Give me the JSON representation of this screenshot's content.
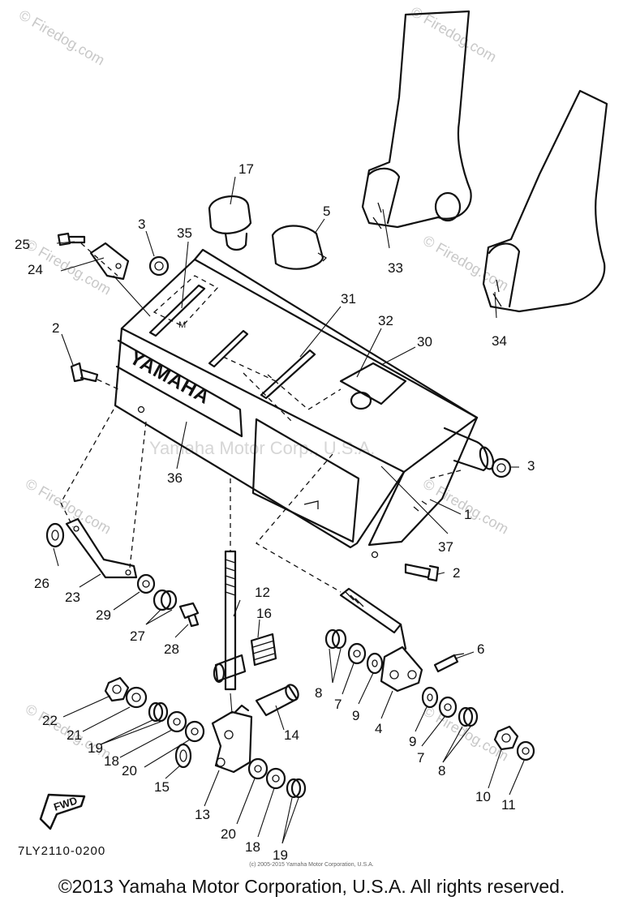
{
  "watermarks": {
    "firedog_1": "© Firedog.com",
    "firedog_2": "© Firedog.com",
    "firedog_3": "© Firedog.com",
    "firedog_4": "© Firedog.com",
    "firedog_5": "© Firedog.com",
    "firedog_6": "© Firedog.com",
    "firedog_7": "© Firedog.com",
    "firedog_8": "© Firedog.com",
    "center": "Yamaha Motor Corp., U.S.A."
  },
  "brand_on_part": "YAMAHA",
  "fwd_label": "FWD",
  "callouts": {
    "n1": "1",
    "n2a": "2",
    "n2b": "2",
    "n3a": "3",
    "n3b": "3",
    "n4": "4",
    "n5": "5",
    "n6": "6",
    "n7a": "7",
    "n7b": "7",
    "n8a": "8",
    "n8b": "8",
    "n9a": "9",
    "n9b": "9",
    "n10": "10",
    "n11": "11",
    "n12": "12",
    "n13": "13",
    "n14": "14",
    "n15": "15",
    "n16": "16",
    "n17": "17",
    "n18a": "18",
    "n18b": "18",
    "n19a": "19",
    "n19b": "19",
    "n20a": "20",
    "n20b": "20",
    "n21": "21",
    "n22": "22",
    "n23": "23",
    "n24": "24",
    "n25": "25",
    "n26": "26",
    "n27": "27",
    "n28": "28",
    "n29": "29",
    "n30": "30",
    "n31": "31",
    "n32": "32",
    "n33": "33",
    "n34": "34",
    "n35": "35",
    "n36": "36",
    "n37": "37"
  },
  "part_code": "7LY2110-0200",
  "print_note": "(c) 2005-2015 Yamaha Motor Corporation, U.S.A.",
  "copyright": "©2013 Yamaha Motor Corporation, U.S.A. All rights reserved."
}
